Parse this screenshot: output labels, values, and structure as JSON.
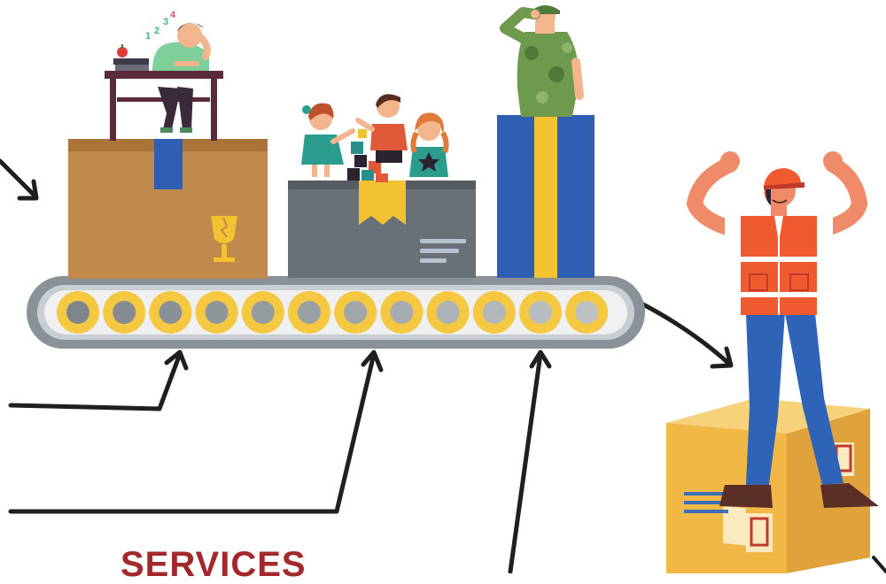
{
  "caption": {
    "services": "SERVICES"
  },
  "colors": {
    "belt_gray": "#8b9297",
    "roller_yellow": "#f5c842",
    "roller_center": "#8c9094",
    "box_brown": "#c08a4c",
    "box_gray": "#6a7176",
    "gift_blue": "#2f5fb3",
    "gift_yellow": "#f2c230",
    "caption_red": "#a3282c",
    "vest_orange": "#ef5a2f",
    "jeans_blue": "#2e63b8",
    "army_green": "#6e9a4e"
  },
  "icons": {
    "fragile": "fragile-glass-icon",
    "arrows": "hand-drawn-arrow-icon"
  },
  "figures": [
    "student-at-desk",
    "children-playing-blocks",
    "saluting-soldier",
    "celebrating-worker"
  ]
}
